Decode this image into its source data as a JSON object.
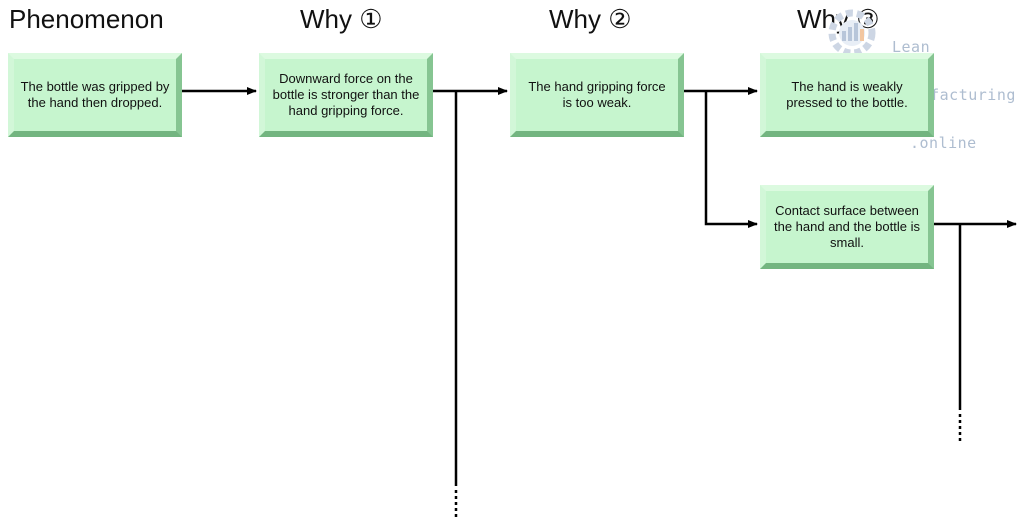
{
  "headings": {
    "phenomenon": "Phenomenon",
    "why1": "Why ①",
    "why2": "Why ②",
    "why3": "Why ③"
  },
  "boxes": {
    "phenomenon": "The bottle was gripped by the hand then dropped.",
    "why1": "Downward force on the bottle is stronger than the hand gripping force.",
    "why2": "The hand gripping force is too weak.",
    "why3a": "The hand is weakly pressed to the bottle.",
    "why3b": "Contact surface between the hand and the bottle is small."
  },
  "watermark": {
    "line1": "Lean",
    "line2": "Manufacturing",
    "line3": ".online"
  },
  "colors": {
    "box_fill": "#c6f5ce",
    "arrow": "#000000",
    "watermark": "#aebdd0"
  }
}
